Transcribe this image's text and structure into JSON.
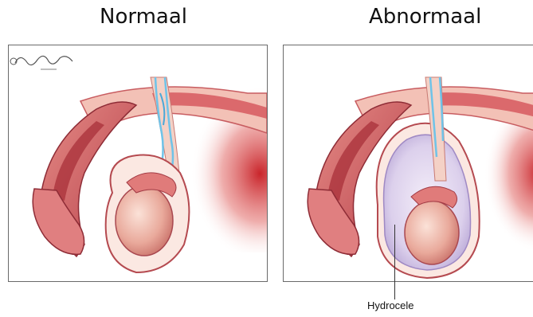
{
  "titles": {
    "left": "Normaal",
    "right": "Abnormaal"
  },
  "labels": {
    "hydrocele": "Hydrocele"
  },
  "signature": {
    "text": "© Gellman 2005"
  },
  "colors": {
    "tissue_dark": "#b8434d",
    "tissue_mid": "#d86a6f",
    "tissue_light": "#f2b7ad",
    "skin_pale": "#f6e2dc",
    "vessel_blue": "#6fc3e8",
    "fluid_lavender": "#dcd0ec",
    "background_red": "#c9252b"
  }
}
